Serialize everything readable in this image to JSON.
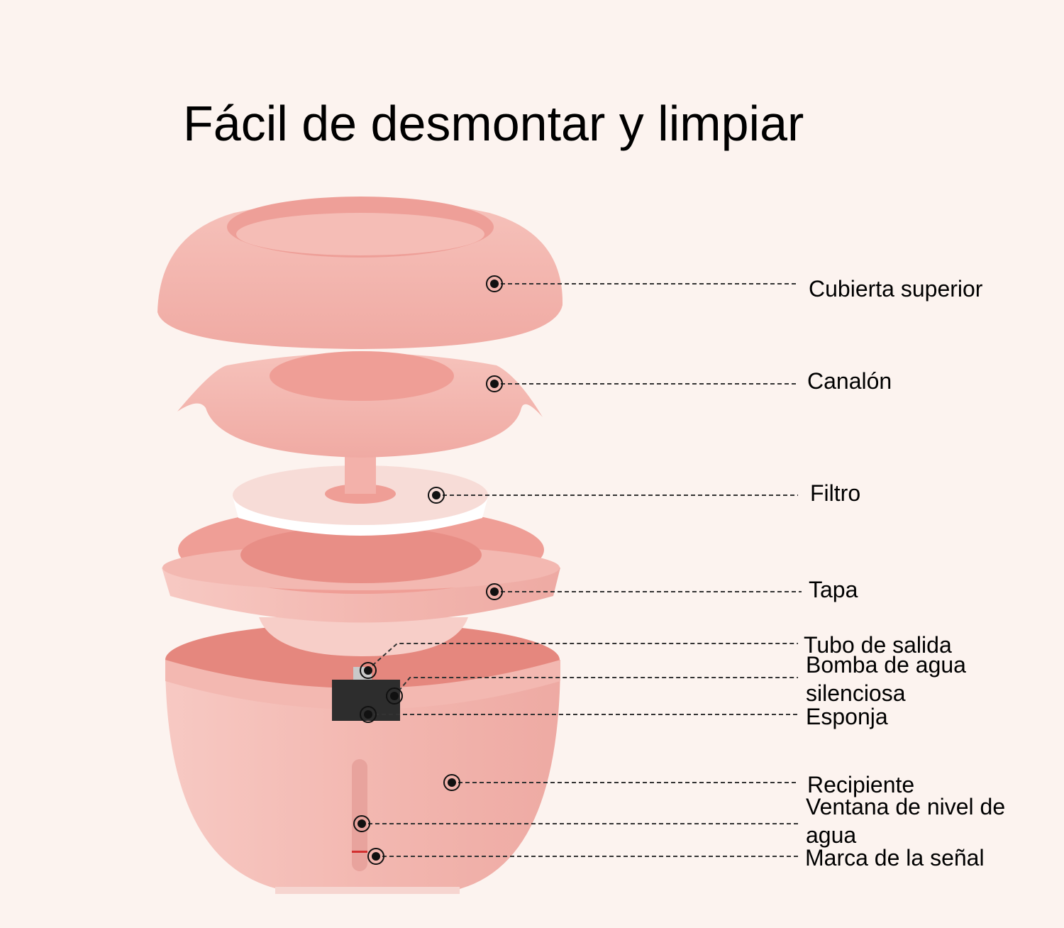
{
  "title": "Fácil de desmontar y limpiar",
  "colors": {
    "background": "#fcf3ef",
    "body_pink": "#f2b6b0",
    "interior_pink": "#e5877e",
    "light_pink": "#f7d2cc",
    "pump": "#2d2d2d",
    "signal_mark": "#d23030"
  },
  "labels": {
    "top_cover": "Cubierta superior",
    "gutter": "Canalón",
    "filter": "Filtro",
    "lid": "Tapa",
    "outlet_tube": "Tubo de salida",
    "pump_line1": "Bomba de agua",
    "pump_line2": "silenciosa",
    "sponge": "Esponja",
    "container": "Recipiente",
    "window_line1": "Ventana de nivel de",
    "window_line2": "agua",
    "signal_mark": "Marca de la señal"
  }
}
